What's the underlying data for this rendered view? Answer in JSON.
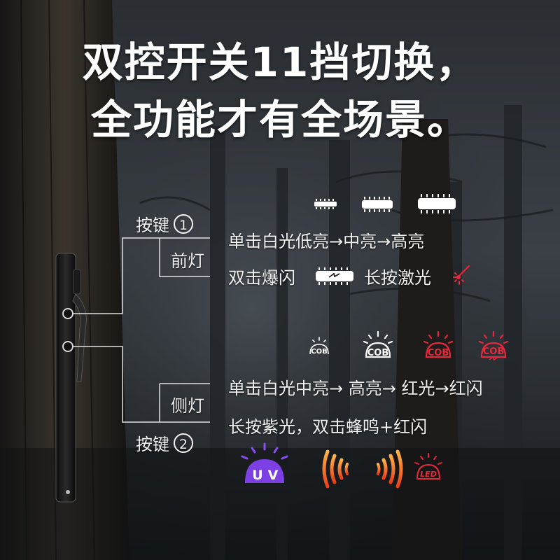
{
  "headline": {
    "line1": "双控开关11挡切换，",
    "line2": "全功能才有全场景。"
  },
  "button1": {
    "label": "按键",
    "number": "1",
    "group": "前灯",
    "row1": "单击白光低亮→中亮→高亮",
    "row2_a": "双击爆闪",
    "row2_b": "长按激光"
  },
  "button2": {
    "label": "按键",
    "number": "2",
    "group": "侧灯",
    "row1": "单击白光中亮→ 高亮→ 红光→红闪",
    "row2": "长按紫光，双击蜂鸣+红闪"
  },
  "icon_labels": {
    "cob": "COB",
    "uv_u": "U",
    "uv_v": "V",
    "led": "LED"
  },
  "icons": [
    "led-strip-low-icon",
    "led-strip-mid-icon",
    "led-strip-high-icon",
    "strobe-strip-icon",
    "laser-icon",
    "cob-white-low-icon",
    "cob-white-high-icon",
    "cob-red-icon",
    "cob-red-flash-icon",
    "uv-light-icon",
    "buzzer-sound-icon",
    "red-led-flash-icon"
  ],
  "colors": {
    "red": "#e8283c",
    "purple": "#7b3fe4",
    "orange": "#ff7a1a",
    "white": "#ffffff"
  }
}
